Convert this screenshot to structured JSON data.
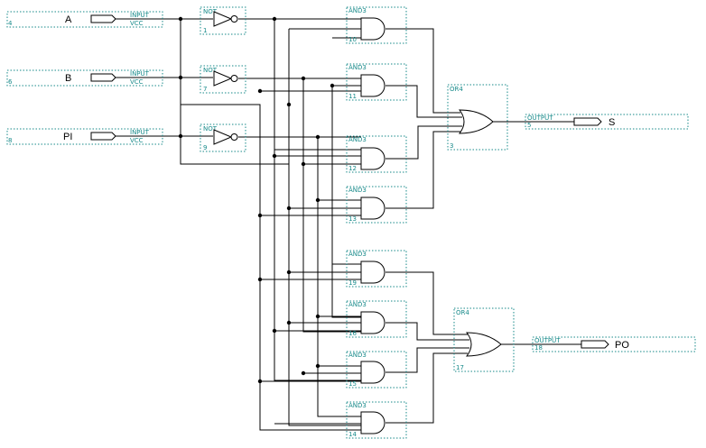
{
  "inputs": [
    {
      "label": "A",
      "type": "INPUT",
      "vcc": "VCC",
      "pin": "4"
    },
    {
      "label": "B",
      "type": "INPUT",
      "vcc": "VCC",
      "pin": "6"
    },
    {
      "label": "PI",
      "type": "INPUT",
      "vcc": "VCC",
      "pin": "8"
    }
  ],
  "nots": [
    {
      "type": "NOT",
      "num": "1"
    },
    {
      "type": "NOT",
      "num": "7"
    },
    {
      "type": "NOT",
      "num": "9"
    }
  ],
  "ands": [
    {
      "type": "AND3",
      "num": "10"
    },
    {
      "type": "AND3",
      "num": "11"
    },
    {
      "type": "AND3",
      "num": "12"
    },
    {
      "type": "AND3",
      "num": "13"
    },
    {
      "type": "AND3",
      "num": "19"
    },
    {
      "type": "AND3",
      "num": "16"
    },
    {
      "type": "AND3",
      "num": "15"
    },
    {
      "type": "AND3",
      "num": "14"
    }
  ],
  "ors": [
    {
      "type": "OR4",
      "num": "3"
    },
    {
      "type": "OR4",
      "num": "17"
    }
  ],
  "outputs": [
    {
      "label": "S",
      "type": "OUTPUT",
      "pin": "5"
    },
    {
      "label": "PO",
      "type": "OUTPUT",
      "pin": "18"
    }
  ]
}
